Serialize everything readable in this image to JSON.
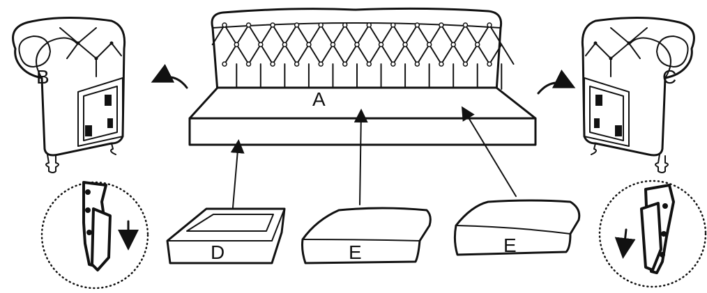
{
  "labels": {
    "sofa_back": "A",
    "left_arm": "B",
    "right_arm": "C",
    "base_cushion": "D",
    "seat_cushion_1": "E",
    "seat_cushion_2": "E"
  },
  "colors": {
    "line": "#111111",
    "background": "#ffffff"
  },
  "icons": [
    "curved-arrow-icon",
    "straight-arrow-icon",
    "connector-bracket-icon",
    "button-tufting"
  ]
}
